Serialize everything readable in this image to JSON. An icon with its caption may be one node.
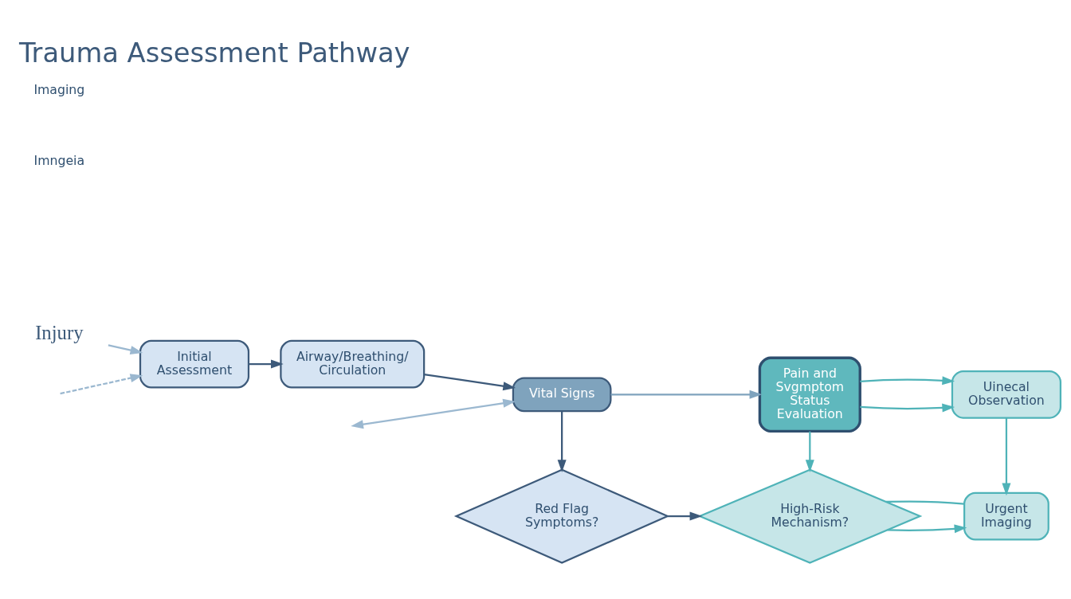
{
  "diagram": {
    "title": "Trauma Assessment Pathway",
    "nodes": [
      {
        "text": [
          "Injury"
        ]
      },
      {
        "text": [
          "Initial Assessment"
        ]
      },
      {
        "text": [
          "Airway/Breathing/ Circulation"
        ]
      },
      {
        "text": [
          "Vital Signs"
        ]
      },
      {
        "text": [
          "Pain and Svgmptom Status Evaluation"
        ]
      },
      {
        "text": [
          "Uinecal Observation"
        ]
      },
      {
        "text": [
          "Red Flag Symptoms?"
        ]
      },
      {
        "text": [
          "High-Risk Mechanism?"
        ]
      },
      {
        "text": [
          "Urgent Imaging"
        ]
      }
    ],
    "edges": [
      {
        "from": 0,
        "to": 1,
        "arrow": "to",
        "color": "#9bb8d0"
      },
      {
        "from": null,
        "to": 1,
        "arrow": "to",
        "style": "dashed",
        "color": "#9bb8d0"
      },
      {
        "from": 1,
        "to": 2,
        "arrow": "to"
      },
      {
        "from": 2,
        "to": 3,
        "arrow": "to"
      },
      {
        "from": 3,
        "to": 4,
        "arrow": "to",
        "color": "#7fa3bd"
      },
      {
        "from": null,
        "to": 3,
        "arrow": "both",
        "color": "#9bb8d0"
      },
      {
        "from": 4,
        "to": 5,
        "arrow": "to",
        "color": "#4fb3b8"
      },
      {
        "from": 4,
        "to": 5,
        "arrow": "to",
        "color": "#4fb3b8"
      },
      {
        "from": 3,
        "to": 6,
        "arrow": "to"
      },
      {
        "from": 4,
        "to": 7,
        "arrow": "to",
        "color": "#4fb3b8"
      },
      {
        "from": 5,
        "to": 8,
        "arrow": "to",
        "color": "#4fb3b8"
      },
      {
        "from": 6,
        "to": 7,
        "arrow": "to"
      },
      {
        "from": 7,
        "to": 8,
        "arrow": "to",
        "color": "#4fb3b8"
      },
      {
        "from": 7,
        "to": 8,
        "arrow": "none",
        "color": "#4fb3b8"
      }
    ],
    "labels": [
      "Imngeia",
      "Imaging"
    ]
  }
}
